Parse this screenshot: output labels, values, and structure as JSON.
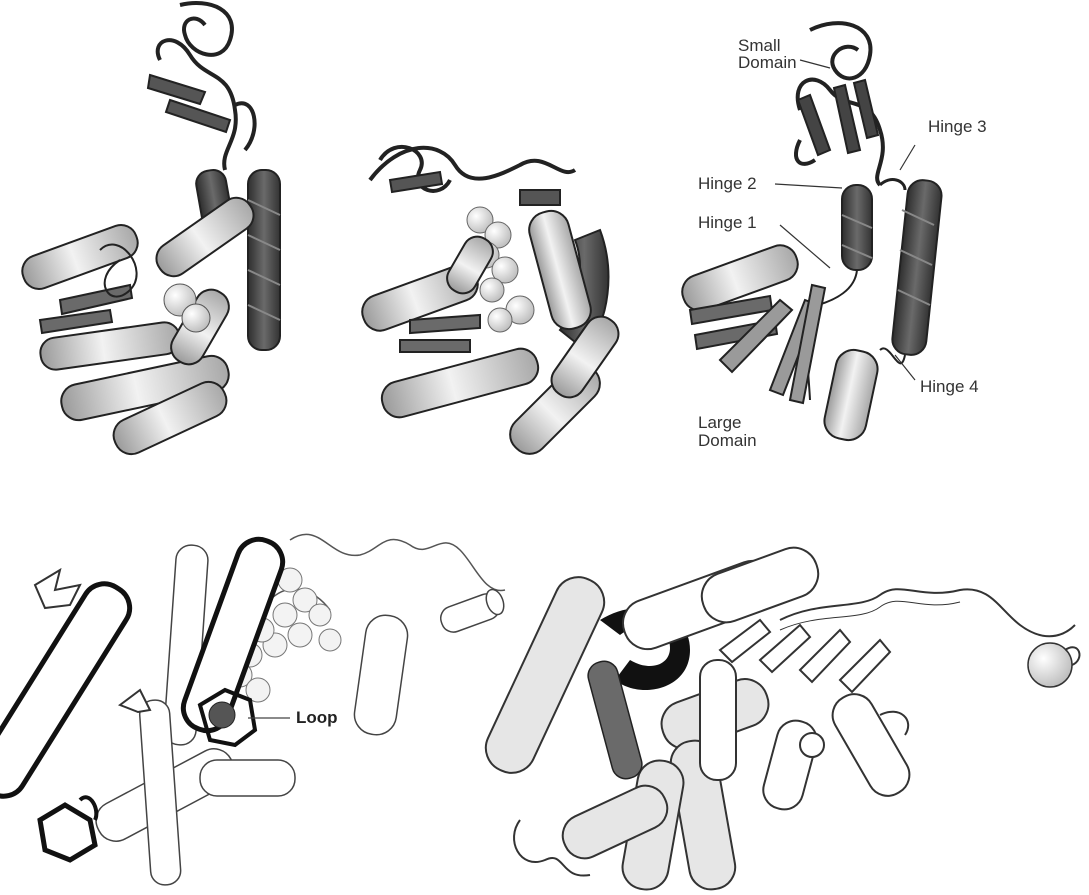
{
  "labels": {
    "small_domain_line1": "Small",
    "small_domain_line2": "Domain",
    "hinge_3": "Hinge 3",
    "hinge_2": "Hinge 2",
    "hinge_1": "Hinge 1",
    "hinge_4": "Hinge 4",
    "large_domain_line1": "Large",
    "large_domain_line2": "Domain",
    "loop": "Loop"
  },
  "colors": {
    "background": "#ffffff",
    "helix_light": "#d9d9d9",
    "helix_dark": "#4a4a4a",
    "outline": "#222222",
    "text": "#333333"
  }
}
